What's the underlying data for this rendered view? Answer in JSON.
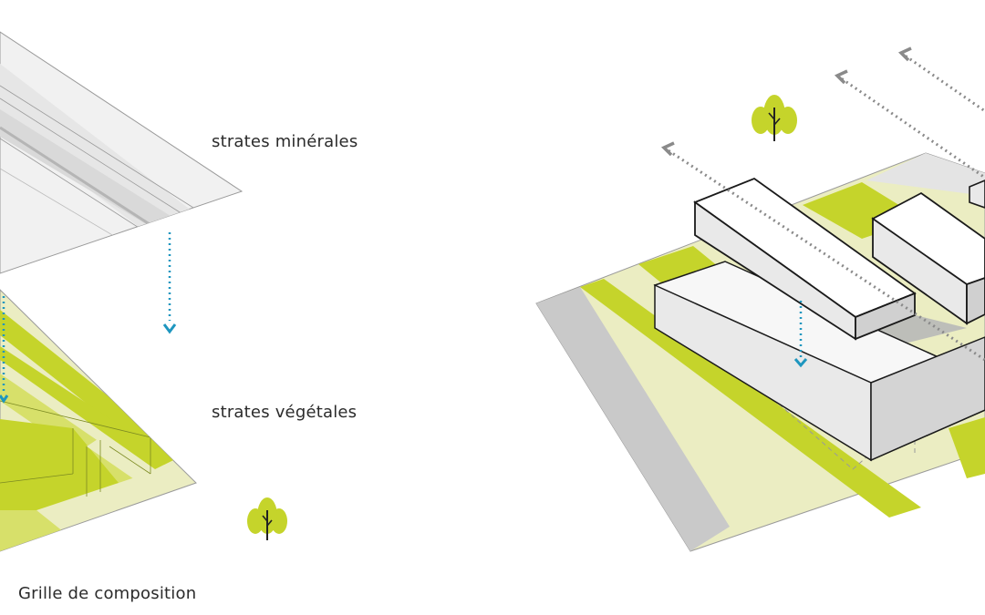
{
  "labels": {
    "mineral_strata": "strates minérales",
    "vegetal_strata": "strates végétales",
    "composition_grid": "Grille de composition"
  },
  "colors": {
    "lime": "#c5d42b",
    "pale_lime": "#ebedc2",
    "light_grey": "#e9e9e9",
    "mid_grey": "#c9c9c9",
    "dark_grey": "#a9a9a9",
    "arrow_blue": "#1e96bf",
    "arrow_grey": "#8a8a8a",
    "outline": "#1a1a1a"
  },
  "icons": [
    "tree-icon-left",
    "tree-icon-right"
  ]
}
